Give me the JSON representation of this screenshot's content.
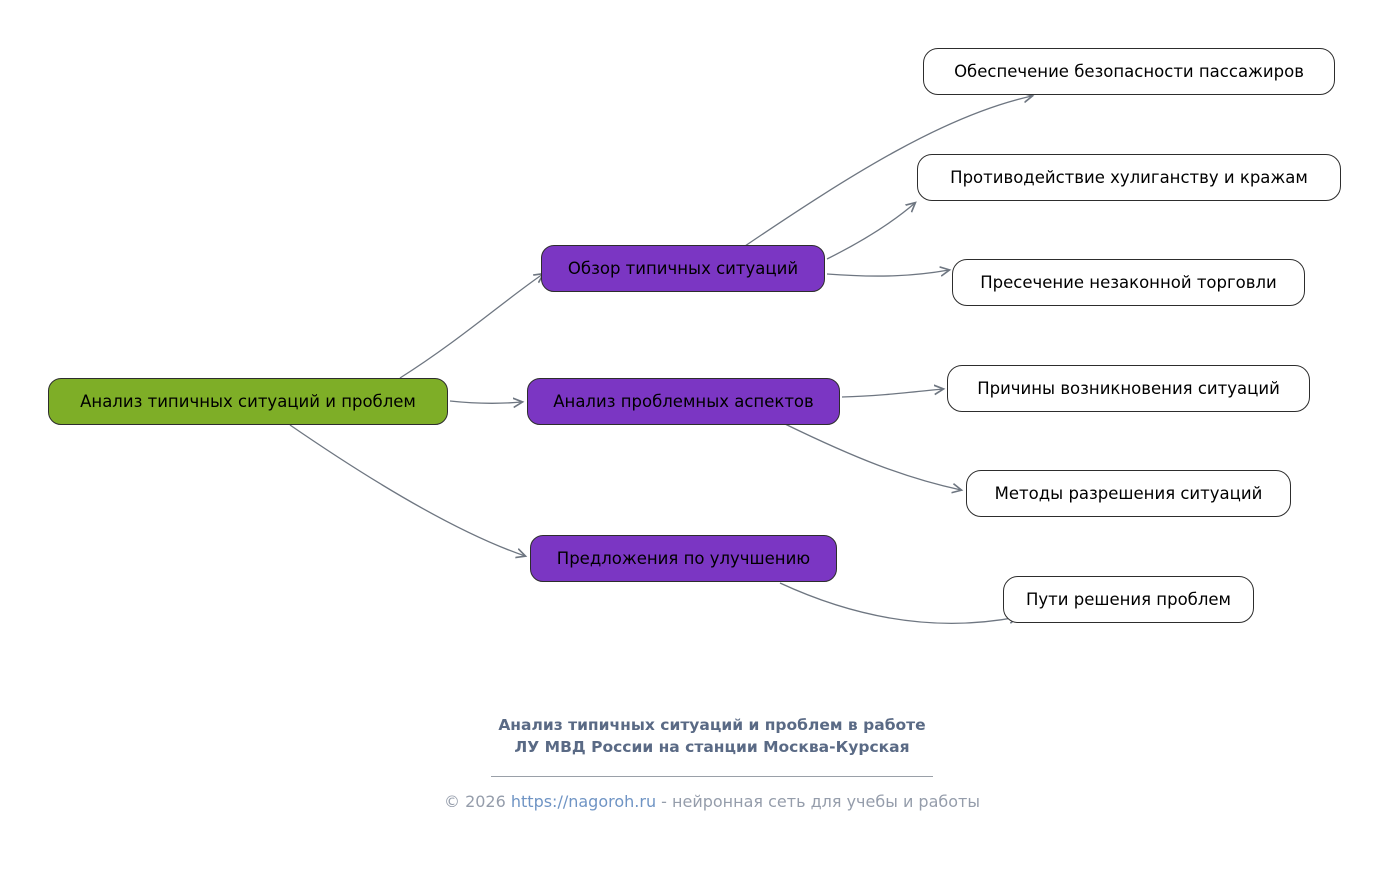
{
  "mindmap": {
    "root": {
      "label": "Анализ типичных ситуаций и проблем"
    },
    "branches": [
      {
        "label": "Обзор типичных ситуаций",
        "children": [
          "Обеспечение безопасности пассажиров",
          "Противодействие хулиганству и кражам",
          "Пресечение незаконной торговли"
        ]
      },
      {
        "label": "Анализ проблемных аспектов",
        "children": [
          "Причины возникновения ситуаций",
          "Методы разрешения ситуаций"
        ]
      },
      {
        "label": "Предложения по улучшению",
        "children": [
          "Пути решения проблем"
        ]
      }
    ],
    "colors": {
      "root_fill": "#7eae27",
      "branch_fill": "#7b36c3",
      "leaf_fill": "#ffffff",
      "node_border": "#2d2d2d",
      "edge": "#6e7681"
    }
  },
  "footer": {
    "title_line1": "Анализ типичных ситуаций и проблем в работе",
    "title_line2": "ЛУ МВД России на станции Москва-Курская",
    "copyright_prefix": "© 2026 ",
    "link": "https://nagoroh.ru",
    "copyright_suffix": " - нейронная сеть для учебы и работы",
    "title_color": "#5a6a85",
    "copyright_color": "#959dab"
  }
}
